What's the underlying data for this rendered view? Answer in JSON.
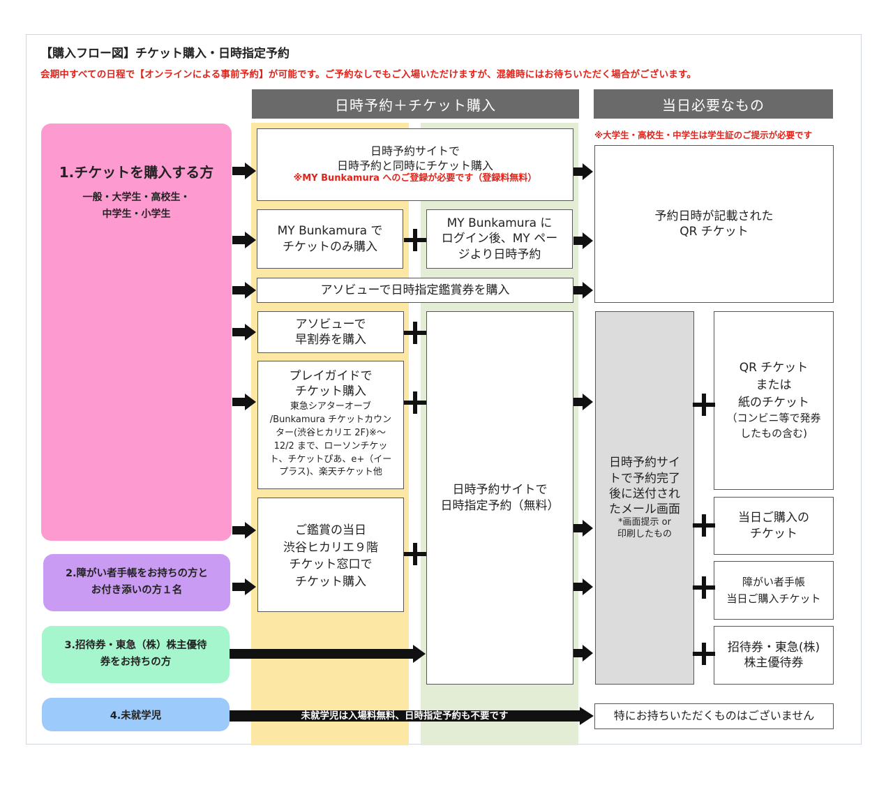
{
  "title": "【購入フロー図】チケット購入・日時指定予約",
  "subtitle": "会期中すべての日程で【オンラインによる事前予約】が可能です。ご予約なしでもご入場いただけますが、混雑時にはお待ちいただく場合がございます。",
  "headers": {
    "purchase": "日時予約＋チケット購入",
    "needed": "当日必要なもの",
    "needed_note": "※大学生・高校生・中学生は学生証のご提示が必要です"
  },
  "left": {
    "group1_title": "1.チケットを購入する方",
    "group1_sub_1": "一般・大学生・高校生・",
    "group1_sub_2": "中学生・小学生",
    "group2_line1": "2.障がい者手帳をお持ちの方と",
    "group2_line2": "お付き添いの方１名",
    "group3_line1": "3.招待券・東急（株）株主優待",
    "group3_line2": "券をお持ちの方",
    "group4": "4.未就学児"
  },
  "boxes": {
    "site_1": "日時予約サイトで",
    "site_2": "日時予約と同時にチケット購入",
    "site_note": "※MY Bunkamura へのご登録が必要です（登録料無料）",
    "myb_1": "MY Bunkamura で",
    "myb_2": "チケットのみ購入",
    "login_1": "MY Bunkamura に",
    "login_2": "ログイン後、MY ペー",
    "login_3": "ジより日時予約",
    "asoview": "アソビューで日時指定鑑賞券を購入",
    "early_1": "アソビューで",
    "early_2": "早割券を購入",
    "pg_1": "プレイガイドで",
    "pg_2": "チケット購入",
    "pg_s1": "東急シアターオーブ",
    "pg_s2": "/Bunkamura チケットカウン",
    "pg_s3": "ター(渋谷ヒカリエ 2F)※～",
    "pg_s4": "12/2 まで、ローソンチケッ",
    "pg_s5": "ト、チケットぴあ、e+（イー",
    "pg_s6": "プラス)、楽天チケット他",
    "day_1": "ご鑑賞の当日",
    "day_2": "渋谷ヒカリエ９階",
    "day_3": "チケット窓口で",
    "day_4": "チケット購入",
    "resv_1": "日時予約サイトで",
    "resv_2": "日時指定予約（無料）",
    "qr_1": "予約日時が記載された",
    "qr_2": "QR チケット",
    "mail_1": "日時予約サイ",
    "mail_2": "トで予約完了",
    "mail_3": "後に送付され",
    "mail_4": "たメール画面",
    "mail_s1": "*画面提示 or",
    "mail_s2": "印刷したもの",
    "qrp_1": "QR チケット",
    "qrp_2": "または",
    "qrp_3": "紙のチケット",
    "qrp_4": "（コンビニ等で発券",
    "qrp_5": "したもの含む)",
    "today_1": "当日ご購入の",
    "today_2": "チケット",
    "dis_1": "障がい者手帳",
    "dis_2": "当日ご購入チケット",
    "inv_1": "招待券・東急(株)",
    "inv_2": "株主優待券",
    "nothing": "特にお持ちいただくものはございません",
    "preschool_arrow": "未就学児は入場料無料、日時指定予約も不要です"
  },
  "colors": {
    "pink": "#fd9ad0",
    "purple": "#c99bf3",
    "green": "#a5f5cd",
    "blue": "#9ccafa",
    "yellow_col": "#fde7a5",
    "green_col": "#e3edd6",
    "header": "#6a6a6a",
    "red": "#e0241b"
  }
}
